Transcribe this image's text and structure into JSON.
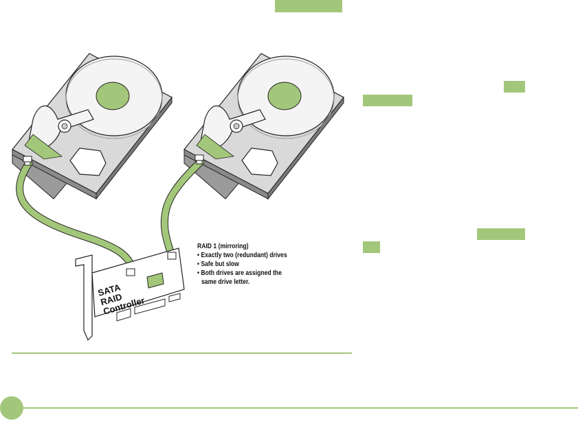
{
  "controller": {
    "label_lines": [
      "SATA",
      "RAID",
      "Controller"
    ]
  },
  "caption": {
    "heading": "RAID 1 (mirroring)",
    "bullets": [
      "Exactly two (redundant) drives",
      "Safe but slow",
      "Both drives are assigned the same drive letter."
    ]
  },
  "colors": {
    "accent": "#a3c77a",
    "drive_body": "#d9d9d9",
    "drive_dark": "#9a9a9a",
    "outline": "#222222"
  }
}
